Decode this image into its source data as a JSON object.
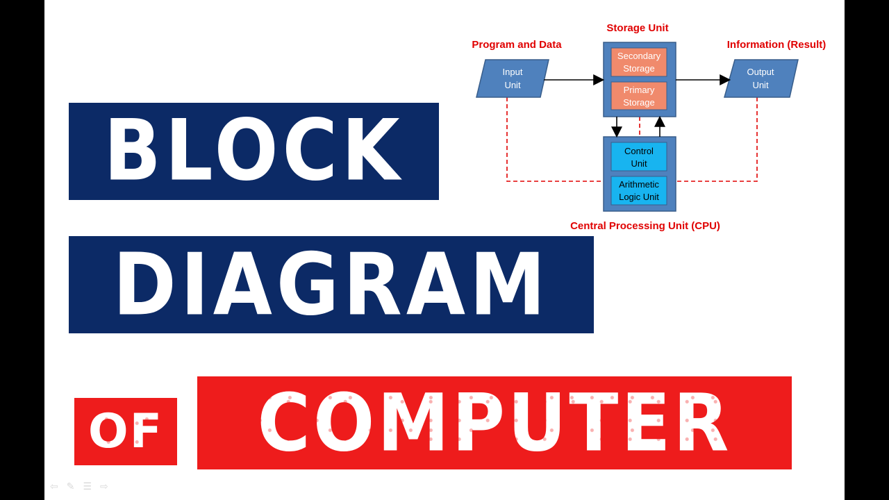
{
  "banners": {
    "line1": "BLOCK",
    "line2": "DIAGRAM",
    "of": "OF",
    "computer": "COMPUTER"
  },
  "diagram": {
    "labels": {
      "program_and_data": "Program and Data",
      "storage_unit": "Storage Unit",
      "information_result": "Information (Result)",
      "cpu": "Central Processing Unit (CPU)"
    },
    "input_unit": [
      "Input",
      "Unit"
    ],
    "output_unit": [
      "Output",
      "Unit"
    ],
    "secondary_storage": [
      "Secondary",
      "Storage"
    ],
    "primary_storage": [
      "Primary",
      "Storage"
    ],
    "control_unit": [
      "Control",
      "Unit"
    ],
    "alu": [
      "Arithmetic",
      "Logic Unit"
    ]
  },
  "colors": {
    "navy": "#0c2a66",
    "red": "#ee1c1c",
    "block_blue": "#4f81bd",
    "storage_salmon": "#f08a6c",
    "cpu_cyan": "#18b4f0",
    "label_red": "#e00000"
  },
  "nav_icons": [
    "back-arrow-icon",
    "pen-icon",
    "menu-icon",
    "forward-arrow-icon"
  ]
}
